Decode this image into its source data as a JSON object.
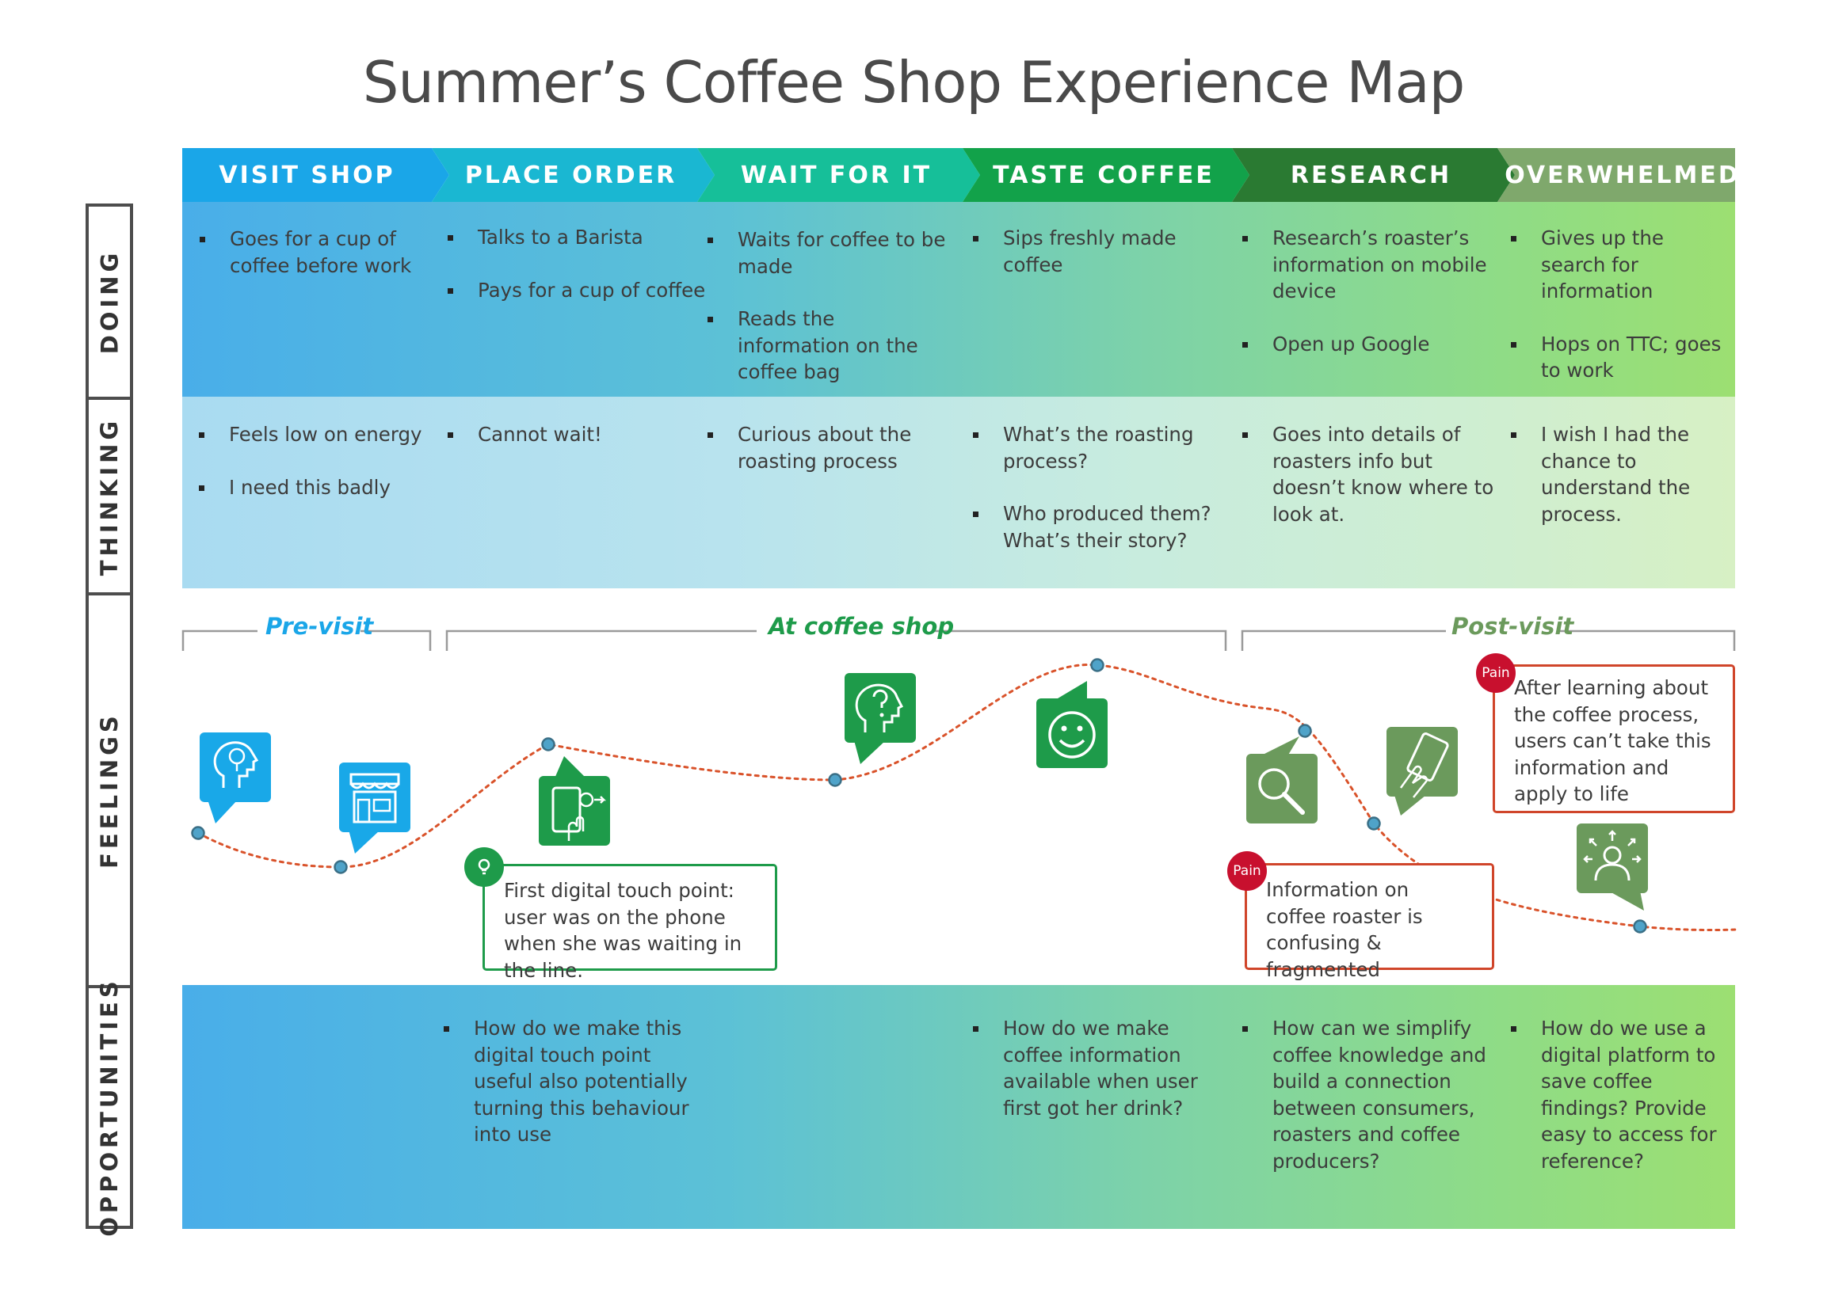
{
  "title": "Summer’s Coffee Shop Experience Map",
  "row_labels": [
    "DOING",
    "THINKING",
    "FEELINGS",
    "OPPORTUNITIES"
  ],
  "stages": [
    {
      "label": "VISIT SHOP",
      "color": "#1aa6e8"
    },
    {
      "label": "PLACE ORDER",
      "color": "#1ab7d2"
    },
    {
      "label": "WAIT FOR IT",
      "color": "#16bf99"
    },
    {
      "label": "TASTE COFFEE",
      "color": "#12a24a"
    },
    {
      "label": "RESEARCH",
      "color": "#2a7a32"
    },
    {
      "label": "OVERWHELMED",
      "color": "#7fa86c"
    }
  ],
  "doing": [
    [
      "Goes for a cup of coffee before work"
    ],
    [
      "Talks to a Barista",
      "Pays for a cup of coffee"
    ],
    [
      "Waits for coffee to be made",
      "Reads the information on the coffee bag"
    ],
    [
      "Sips freshly made coffee"
    ],
    [
      "Research’s roaster’s information on mobile device",
      "Open up Google"
    ],
    [
      "Gives up the search for information",
      "Hops on TTC; goes to work"
    ]
  ],
  "thinking": [
    [
      "Feels low on energy",
      "I need this badly"
    ],
    [
      "Cannot wait!"
    ],
    [
      "Curious about the roasting process"
    ],
    [
      "What’s the roasting process?",
      "Who produced them? What’s their story?"
    ],
    [
      "Goes into details of roasters info but doesn’t know where to look at."
    ],
    [
      "I wish I had the chance to understand the process."
    ]
  ],
  "phases": {
    "pre": "Pre-visit",
    "at": "At coffee shop",
    "post": "Post-visit"
  },
  "callouts": {
    "touch": "First digital touch point: user was on the phone when she was waiting in the line.",
    "pain1": "Information on coffee roaster is confusing & fragmented",
    "pain2": "After learning about the coffee process, users can’t take this information and apply to life",
    "pain_badge": "Pain"
  },
  "opportunities": [
    [],
    [
      "How do we make this digital touch point useful also potentially turning this behaviour into use"
    ],
    [],
    [
      "How do we make coffee information available when user first got her drink?"
    ],
    [
      "How can we simplify coffee knowledge and build a connection between consumers, roasters and coffee producers?"
    ],
    [
      "How do we use a digital platform to save coffee findings? Provide easy to access for reference?"
    ]
  ],
  "colors": {
    "line": "#d9522a",
    "node": "#4fa3c9",
    "blue_icon": "#19a8e8",
    "green_icon": "#1e9b4a",
    "gray_icon": "#6b9a5c",
    "pre_text": "#1aa6e8",
    "at_text": "#1e9b4a",
    "post_text": "#6b9a5c"
  },
  "icons": [
    "lightbulb-head-icon",
    "coffee-shop-icon",
    "mobile-payment-icon",
    "question-head-icon",
    "smiley-icon",
    "magnifier-icon",
    "tablet-touch-icon",
    "overwhelmed-person-icon"
  ]
}
